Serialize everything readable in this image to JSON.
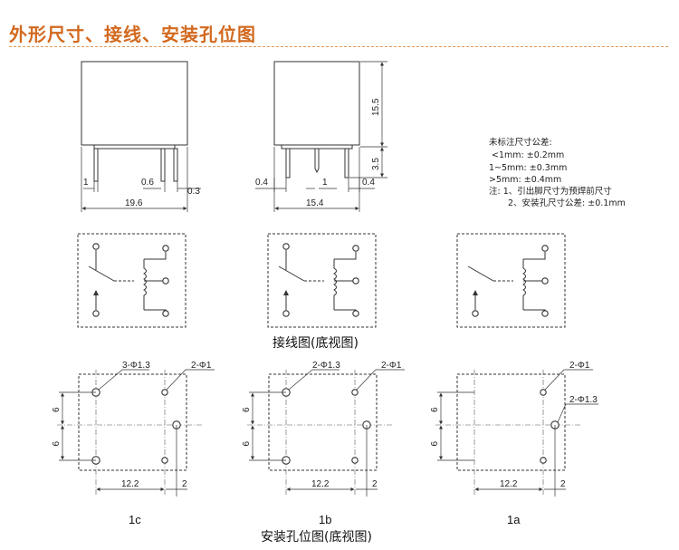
{
  "header": {
    "title": "外形尺寸、接线、安装孔位图"
  },
  "outline": {
    "front": {
      "width": "19.6",
      "pin_pitch": "0.6",
      "pin_width": "0.3",
      "pin_gap": "1"
    },
    "side": {
      "width": "15.4",
      "height": "15.5",
      "pin_length": "3.5",
      "left_offset": "0.4",
      "right_offset": "0.4",
      "pin_gap": "1"
    }
  },
  "notes": {
    "line1": "未标注尺寸公差:",
    "line2": "<1mm: ±0.2mm",
    "line3": "1~5mm: ±0.3mm",
    "line4": ">5mm: ±0.4mm",
    "line5": "注: 1、引出脚尺寸为预焊前尺寸",
    "line6": "2、安装孔尺寸公差: ±0.1mm"
  },
  "wiring": {
    "caption": "接线图(底视图)"
  },
  "mounting": {
    "caption": "安装孔位图(底视图)",
    "views": [
      {
        "label": "1c",
        "big_hole": "3-Φ1.3",
        "small_hole": "2-Φ1",
        "dim_w": "12.2",
        "dim_r": "2",
        "dim_v1": "6",
        "dim_v2": "6"
      },
      {
        "label": "1b",
        "big_hole": "2-Φ1.3",
        "small_hole": "2-Φ1",
        "dim_w": "12.2",
        "dim_r": "2",
        "dim_v1": "6",
        "dim_v2": "6"
      },
      {
        "label": "1a",
        "big_hole": "2-Φ1.3",
        "small_hole": "2-Φ1",
        "dim_w": "12.2",
        "dim_r": "2",
        "dim_v1": "6",
        "dim_v2": "6"
      }
    ]
  }
}
